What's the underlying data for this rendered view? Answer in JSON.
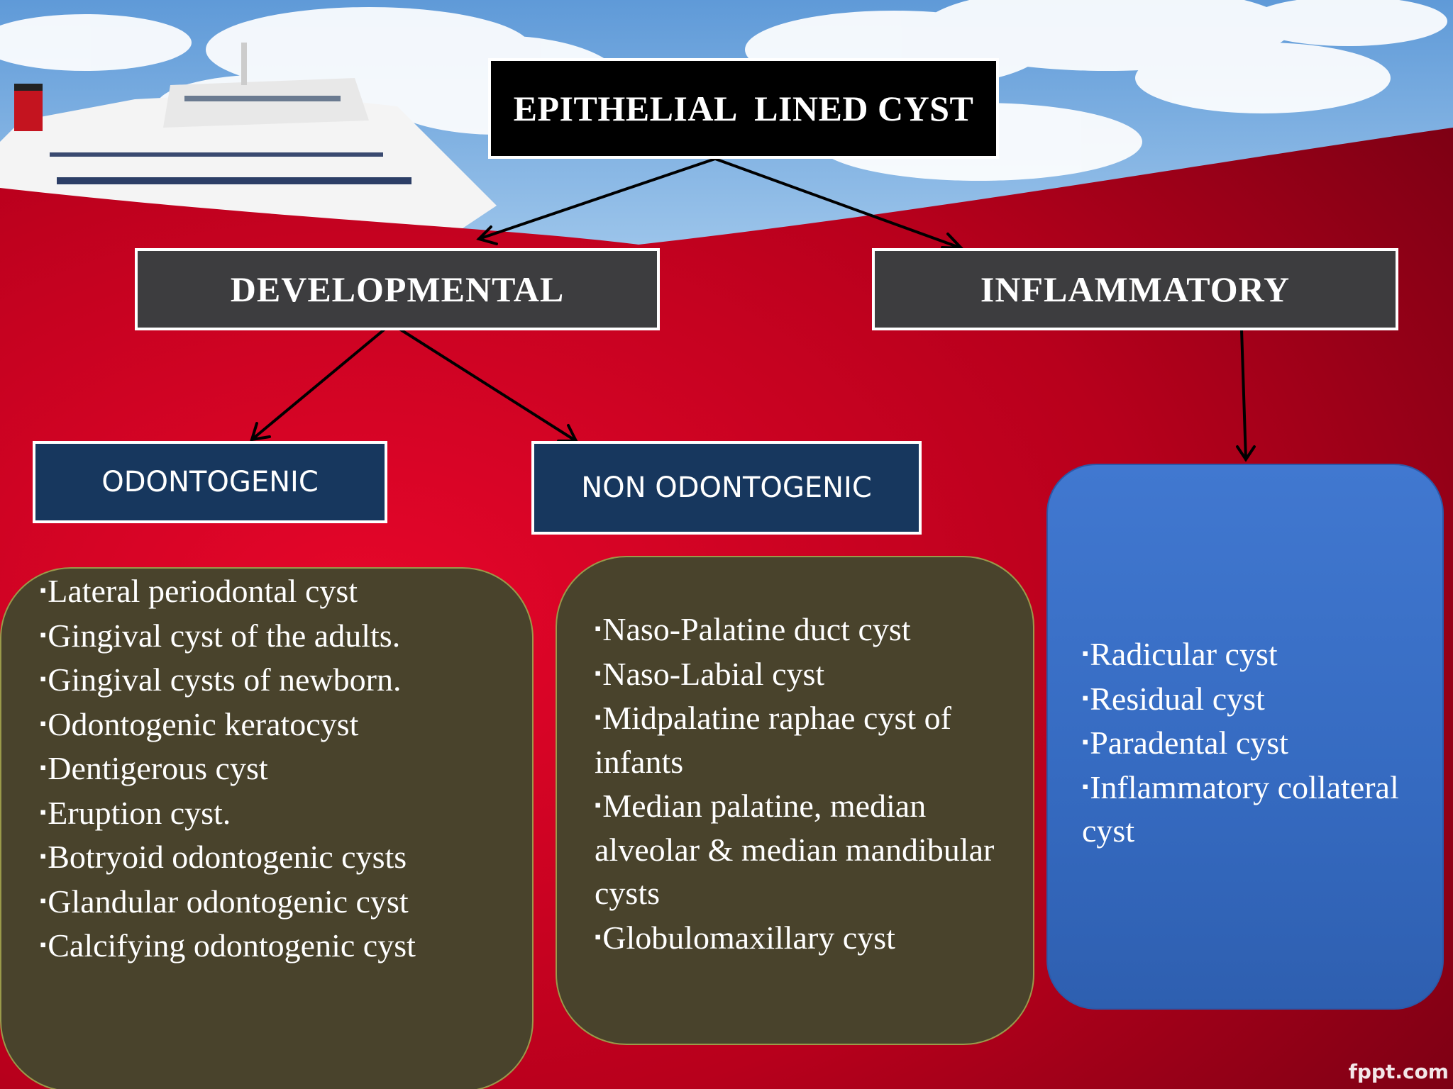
{
  "diagram": {
    "root": {
      "label": "EPITHELIAL  LINED CYST"
    },
    "categories": [
      {
        "id": "developmental",
        "label": "DEVELOPMENTAL"
      },
      {
        "id": "inflammatory",
        "label": "INFLAMMATORY"
      }
    ],
    "subcategories": [
      {
        "id": "odontogenic",
        "label": "ODONTOGENIC"
      },
      {
        "id": "non-odontogenic",
        "label": "NON ODONTOGENIC"
      }
    ],
    "lists": {
      "odontogenic": [
        "Lateral periodontal cyst",
        "Gingival cyst of the adults.",
        "Gingival cysts of newborn.",
        "Odontogenic keratocyst",
        "Dentigerous cyst",
        "Eruption cyst.",
        "Botryoid odontogenic cysts",
        "Glandular odontogenic cyst",
        "Calcifying odontogenic cyst"
      ],
      "non_odontogenic": [
        "Naso-Palatine duct cyst",
        "Naso-Labial cyst",
        "Midpalatine raphae cyst of infants",
        "Median palatine, median alveolar & median mandibular cysts",
        "Globulomaxillary cyst"
      ],
      "inflammatory": [
        "Radicular cyst",
        "Residual cyst",
        "Paradental cyst",
        "Inflammatory collateral cyst"
      ]
    },
    "bullet_glyph": "▪"
  },
  "watermark": "fppt.com",
  "colors": {
    "background_red": "#c8001e",
    "sky": "#7fb2e2",
    "title_box": "#000000",
    "category_box": "#3d3d3f",
    "subcategory_box": "#17375e",
    "list_box_olive": "#49432c",
    "list_box_blue": "#3a70c8"
  }
}
